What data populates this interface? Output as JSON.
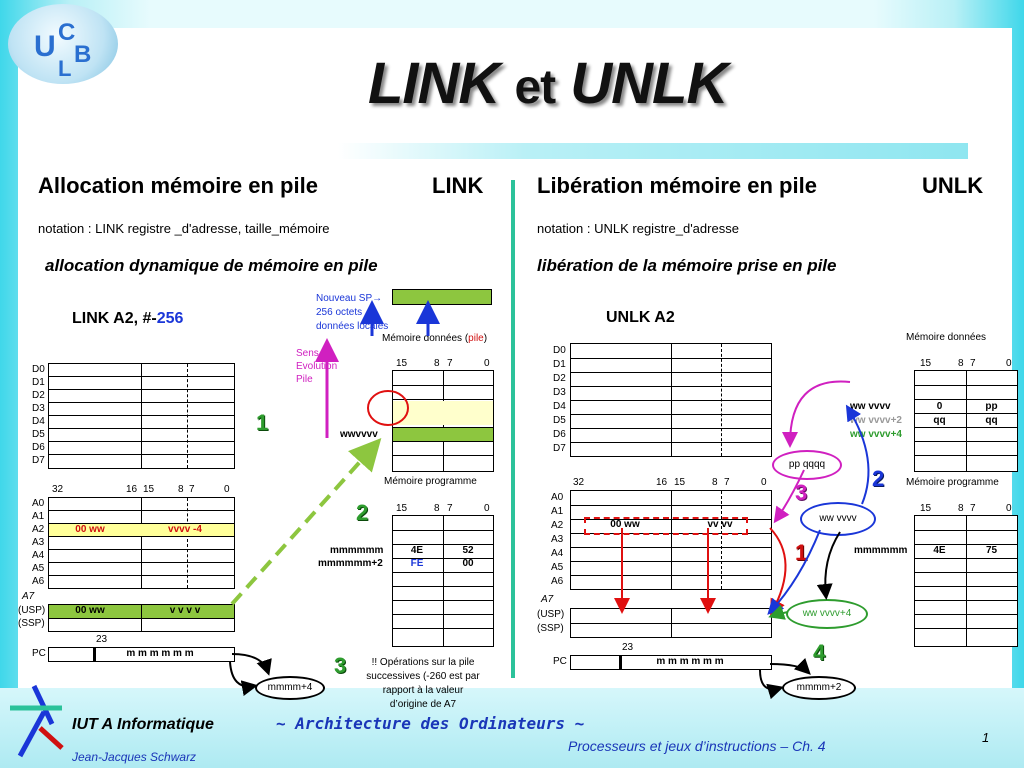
{
  "title": {
    "left": "LINK",
    "mid": "et",
    "right": "UNLK"
  },
  "logo": {
    "text": "UCLB"
  },
  "left": {
    "heading": "Allocation mémoire en pile",
    "keyword": "LINK",
    "notation": "notation :   LINK registre _d'adresse, taille_mémoire",
    "subtitle": "allocation dynamique de mémoire en pile",
    "instr_prefix": "LINK A2, #-",
    "instr_value": "256",
    "new_sp_label": "Nouveau SP",
    "new_sp_arrow": "→",
    "bytes_label": "256 octets",
    "data_locales": "données      locales",
    "sens_label": "Sens",
    "evolution_label": "Evolution",
    "pile_label": "Pile",
    "data_mem_label": "Mémoire données (",
    "data_mem_pile": "pile",
    "data_mem_close": ")",
    "bit_labels": [
      "15",
      "8",
      "7",
      "0"
    ],
    "wwvvvv": "wwvvvv",
    "d_regs": [
      "D0",
      "D1",
      "D2",
      "D3",
      "D4",
      "D5",
      "D6",
      "D7"
    ],
    "a_bits": [
      "32",
      "16",
      "15",
      "8",
      "7",
      "0"
    ],
    "a_regs": [
      "A0",
      "A1",
      "A2",
      "A3",
      "A4",
      "A5",
      "A6"
    ],
    "a2_hi": "00 ww",
    "a2_lo": "vvvv -4",
    "a7_label": "A7",
    "usp_label": "(USP)",
    "ssp_label": "(SSP)",
    "usp_hi": "00  ww",
    "usp_lo": "v v  v v",
    "pc_bit": "23",
    "pc_label": "PC",
    "pc_value": "m m m m m m",
    "prog_mem_label": "Mémoire programme",
    "prog_rows": [
      {
        "addr": "mmmmmm",
        "hi": "4E",
        "lo": "52"
      },
      {
        "addr": "mmmmmm+2",
        "hi": "FE",
        "lo": "00"
      }
    ],
    "bubble": "mmmm+4",
    "steps": [
      "1",
      "2",
      "3"
    ],
    "note_lines": [
      "!!   Opérations sur la pile",
      "successives (-260 est par",
      "rapport à la valeur",
      "d’origine de A7"
    ]
  },
  "right": {
    "heading": "Libération mémoire en pile",
    "keyword": "UNLK",
    "notation": "notation :  UNLK registre_d'adresse",
    "subtitle": "libération de la mémoire prise en pile",
    "instr": "UNLK A2",
    "data_mem_label": "Mémoire données",
    "bit_labels": [
      "15",
      "8",
      "7",
      "0"
    ],
    "d_regs": [
      "D0",
      "D1",
      "D2",
      "D3",
      "D4",
      "D5",
      "D6",
      "D7"
    ],
    "mem_rows": [
      {
        "addr": "ww vvvv",
        "hi": "0",
        "lo": "pp"
      },
      {
        "addr": "ww vvvv+2",
        "hi": "qq",
        "lo": "qq"
      },
      {
        "addr": "ww vvvv+4",
        "hi": "",
        "lo": ""
      }
    ],
    "ppqqqq": "pp qqqq",
    "a_bits": [
      "32",
      "16",
      "15",
      "8",
      "7",
      "0"
    ],
    "a_regs": [
      "A0",
      "A1",
      "A2",
      "A3",
      "A4",
      "A5",
      "A6"
    ],
    "a2_hi": "00  ww",
    "a2_lo": "vv  vv",
    "a7_label": "A7",
    "usp_label": "(USP)",
    "ssp_label": "(SSP)",
    "pc_bit": "23",
    "pc_label": "PC",
    "pc_value": "m m m m m m",
    "prog_mem_label": "Mémoire programme",
    "prog_row": {
      "addr": "mmmmmm",
      "hi": "4E",
      "lo": "75"
    },
    "bubble_a": "ww vvvv",
    "bubble_b": "ww vvvv+4",
    "bubble_c": "mmmm+2",
    "steps": [
      "1",
      "2",
      "3",
      "4"
    ]
  },
  "footer": {
    "iut_a": "IUT A ",
    "informatique": "Informatique",
    "arch": "~ Architecture des Ordinateurs ~",
    "processor": "Processeurs et jeux d’instructions – Ch. 4",
    "author": "Jean-Jacques Schwarz",
    "page": "1"
  }
}
